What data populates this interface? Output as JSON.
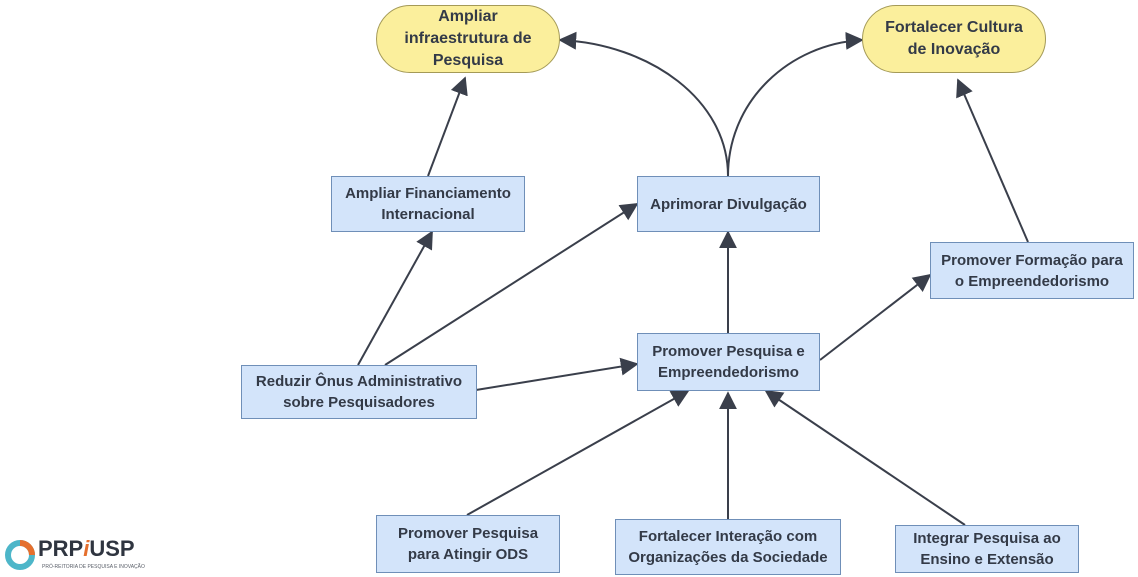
{
  "goals": {
    "infra": "Ampliar\ninfraestrutura de\nPesquisa",
    "cultura": "Fortalecer Cultura\nde Inovação"
  },
  "nodes": {
    "financiamento": "Ampliar Financiamento\nInternacional",
    "divulgacao": "Aprimorar Divulgação",
    "formacao": "Promover Formação para\no Empreendedorismo",
    "onus": "Reduzir Ônus Administrativo\nsobre Pesquisadores",
    "pesquisa": "Promover Pesquisa e\nEmpreendedorismo",
    "ods": "Promover Pesquisa\npara Atingir ODS",
    "interacao": "Fortalecer Interação com\nOrganizações da Sociedade",
    "ensino": "Integrar Pesquisa ao\nEnsino e Extensão"
  },
  "logo": {
    "prefix": "PRP",
    "i": "i",
    "suffix": "USP",
    "subtitle": "PRÓ-REITORIA DE PESQUISA E INOVAÇÃO"
  },
  "colors": {
    "goal_fill": "#fbef9c",
    "node_fill": "#d3e4fa",
    "arrow": "#3a3f4b",
    "logo_accent": "#e56f2d"
  }
}
